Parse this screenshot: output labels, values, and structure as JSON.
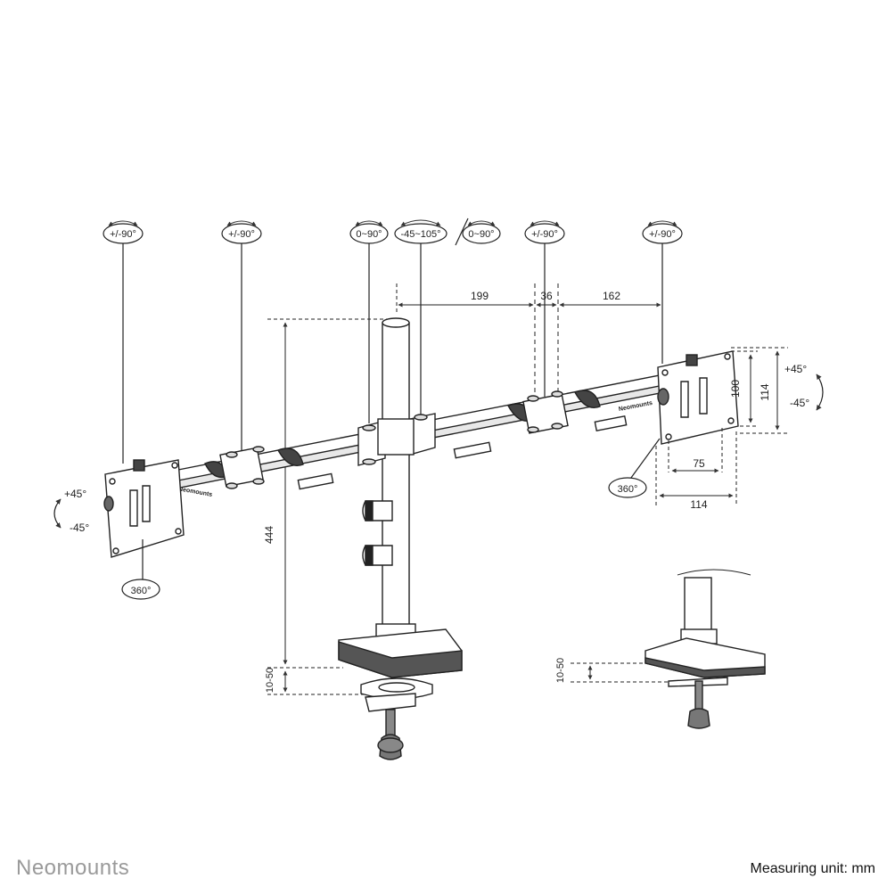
{
  "rotation_badges": {
    "tilt_left": "+/-90°",
    "joint_left": "+/-90°",
    "pole_top": "0~90°",
    "pole_swivel": "-45~105°",
    "pole_swivel_alt": "0~90°",
    "joint_right": "+/-90°",
    "tilt_right": "+/-90°",
    "rotate_left": "360°",
    "rotate_right": "360°"
  },
  "tilt_angles": {
    "left_up": "+45°",
    "left_down": "-45°",
    "right_up": "+45°",
    "right_down": "-45°"
  },
  "dimensions": {
    "arm_1": "199",
    "arm_gap": "36",
    "arm_2": "162",
    "pole_height": "444",
    "clamp_range": "10-50",
    "clamp_range_detail": "10-50",
    "vesa_h": "100",
    "vesa_outer_h": "114",
    "vesa_w": "75",
    "vesa_outer_w": "114"
  },
  "product_logo": "Neomounts",
  "footer": {
    "brand": "Neomounts",
    "unit": "Measuring unit: mm"
  }
}
